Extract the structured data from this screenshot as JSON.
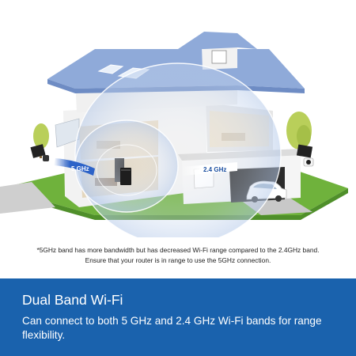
{
  "illustration": {
    "label_5ghz": "5 GHz",
    "label_24ghz": "2.4 GHz",
    "colors": {
      "roof": "#8faad9",
      "roof_dark": "#6e8cc4",
      "wall": "#f2f2f2",
      "lawn": "#6fb23c",
      "lawn_dark": "#4f8f2a",
      "signal": "#dde8f6",
      "band_5ghz": "#2d63c8",
      "band_24ghz_text": "#1a4ea0"
    }
  },
  "footnote": {
    "line1": "*5GHz band has more bandwidth but has decreased Wi-Fi range compared to the 2.4GHz band.",
    "line2": "Ensure that your router is in range to use the 5GHz connection."
  },
  "banner": {
    "title": "Dual Band Wi-Fi",
    "text": "Can connect to both 5 GHz and 2.4 GHz Wi-Fi bands for range flexibility.",
    "background": "#1a62ad"
  }
}
